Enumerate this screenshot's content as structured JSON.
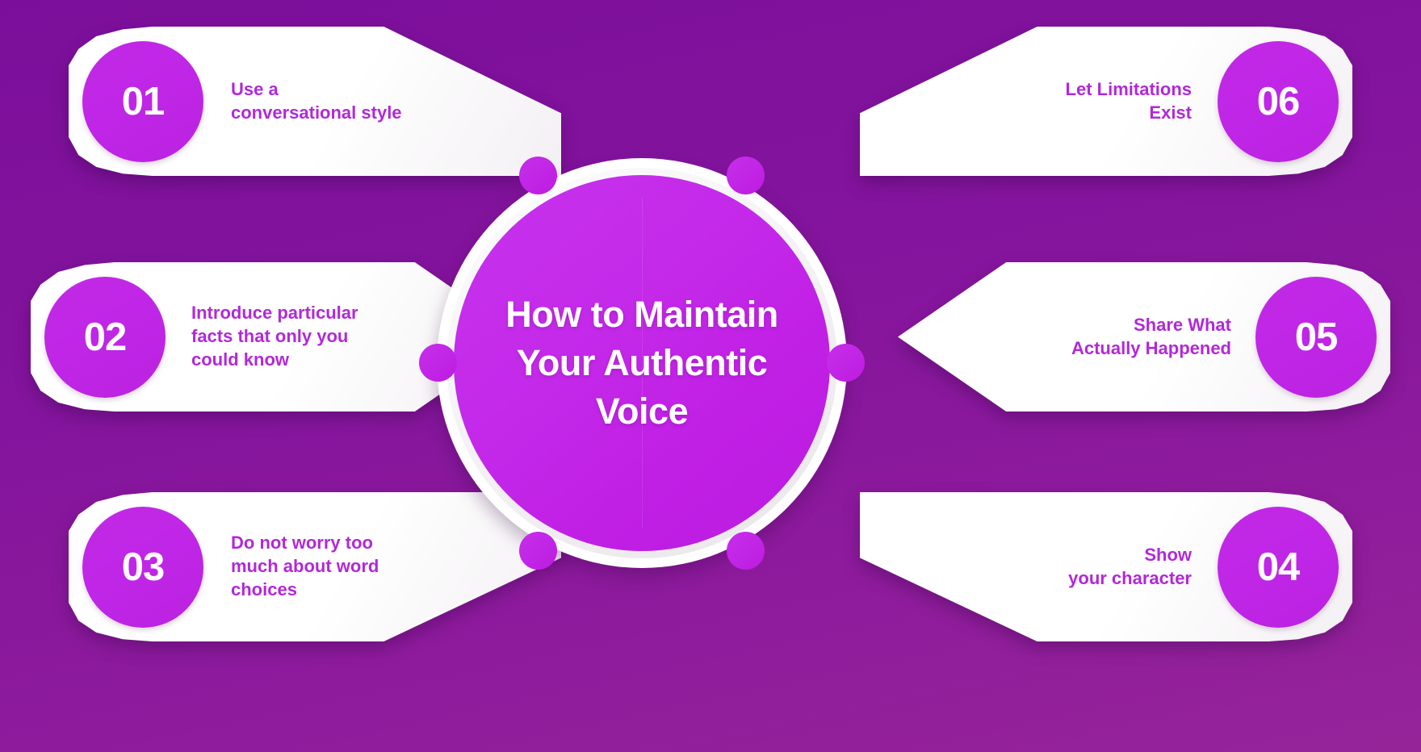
{
  "theme": {
    "background_top": "#7b0f9b",
    "background_bottom": "#962499",
    "accent_circle": "#c22ae6",
    "card_background": "#ffffff",
    "label_text": "#b129d8",
    "number_text": "#fdfcfe",
    "center_title_text": "#fefdff"
  },
  "center": {
    "title": "How to Maintain\nYour Authentic\nVoice"
  },
  "items": [
    {
      "number": "01",
      "label": "Use a\nconversational style",
      "side": "left",
      "row": "top"
    },
    {
      "number": "02",
      "label": "Introduce particular\nfacts that only you\ncould know",
      "side": "left",
      "row": "middle"
    },
    {
      "number": "03",
      "label": "Do not worry too\nmuch about word\nchoices",
      "side": "left",
      "row": "bottom"
    },
    {
      "number": "04",
      "label": "Show\nyour character",
      "side": "right",
      "row": "bottom"
    },
    {
      "number": "05",
      "label": "Share What\nActually Happened",
      "side": "right",
      "row": "middle"
    },
    {
      "number": "06",
      "label": "Let Limitations\nExist",
      "side": "right",
      "row": "top"
    }
  ]
}
